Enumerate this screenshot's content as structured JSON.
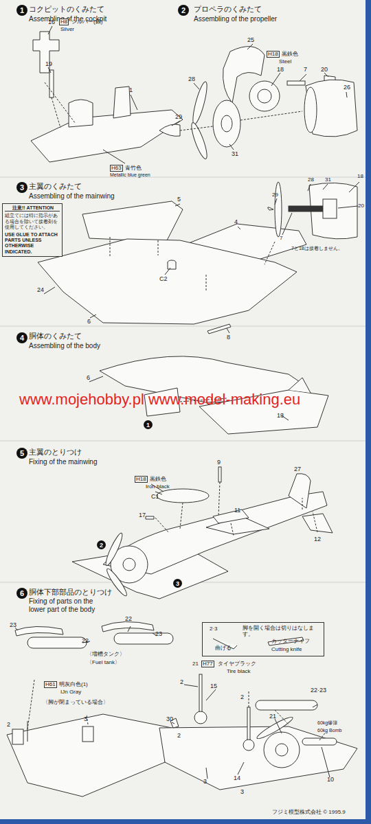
{
  "diagram": {
    "nodes": [
      {
        "text": [
          "1"
        ]
      },
      {
        "text": [
          "2"
        ]
      },
      {
        "text": [
          "3"
        ]
      },
      {
        "text": [
          "注意!! ATTENTION",
          "組立てには特に指示がある場合を除いて接着剤を使用してください。",
          "USE GLUE TO ATTACH PARTS UNLESS OTHERWISE INDICATED."
        ]
      },
      {
        "text": [
          "4"
        ]
      },
      {
        "text": [
          "1"
        ]
      },
      {
        "text": [
          "5"
        ]
      },
      {
        "text": [
          "2"
        ]
      },
      {
        "text": [
          "3"
        ]
      },
      {
        "text": [
          "6"
        ]
      },
      {
        "text": [
          "2·3",
          "脚を開く場合は切りはなします。",
          "曲げる",
          "カッターナイフ",
          "Cutting knife"
        ]
      }
    ],
    "labels": [
      "コクピットのくみたて",
      "Assembling of the cockpit",
      "16",
      "H8",
      "シルバー(銀)",
      "Silver",
      "19",
      "1",
      "H63",
      "青竹色",
      "Metallic blue green",
      "プロペラのくみたて",
      "Assembling of the propeller",
      "25",
      "H18",
      "黒鉄色",
      "Steel",
      "18",
      "7",
      "20",
      "26",
      "28",
      "29",
      "31",
      "主翼のくみたて",
      "Assembling of the mainwing",
      "5",
      "4",
      "C2",
      "24",
      "6",
      "8",
      "28",
      "31",
      "18",
      "29",
      "20",
      "7",
      "7と18は接着しません。",
      "胴体のくみたて",
      "Assembling of the body",
      "6",
      "13",
      "www.mojehobby.pl www.model-making.eu",
      "主翼のとりつけ",
      "Fixing of the mainwing",
      "H18",
      "黒鉄色",
      "Iron black",
      "9",
      "C1",
      "17",
      "27",
      "11",
      "12",
      "胴体下部部品のとりつけ",
      "Fixing of parts on the lower part of the body",
      "23",
      "22",
      "〈増槽タンク〉",
      "〈Fuel tank〉",
      "22",
      "23",
      "H61",
      "明灰白色(1)",
      "IJn Gray",
      "〈脚が閉まっている場合〉",
      "2",
      "3",
      "21",
      "H77",
      "タイヤブラック",
      "Tire black",
      "2",
      "15",
      "2",
      "22·23",
      "30",
      "60kg爆弾",
      "60kg Bomb",
      "21",
      "2",
      "10",
      "14",
      "3",
      "3",
      "フジミ模型株式会社 © 1995.9"
    ]
  }
}
